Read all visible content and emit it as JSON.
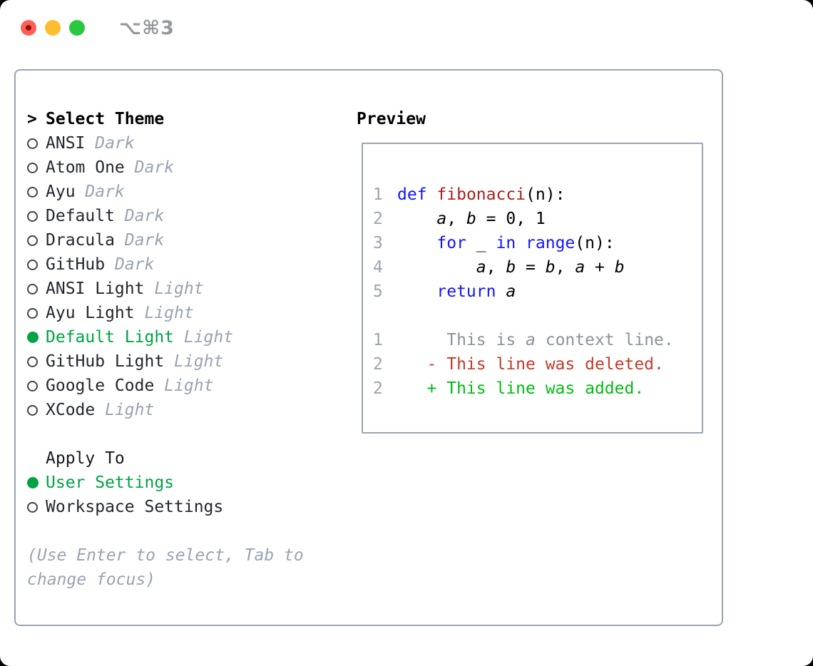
{
  "window": {
    "title": "⌥⌘3",
    "traffic_lights": [
      "close",
      "minimize",
      "zoom"
    ]
  },
  "colors": {
    "selection_green": "#00a343",
    "added_green": "#00bd12",
    "deleted_red": "#c23b28",
    "keyword_blue": "#1414ff",
    "function_red": "#a6231c",
    "dim_gray": "#98a3b3",
    "border_gray": "#9aa4b1",
    "traffic_red": "#ff5f57",
    "traffic_yellow": "#febc2e",
    "traffic_green": "#28c840"
  },
  "theme_section": {
    "cursor": ">",
    "header": "Select Theme",
    "themes": [
      {
        "name": "ANSI",
        "variant": "Dark",
        "selected": false
      },
      {
        "name": "Atom One",
        "variant": "Dark",
        "selected": false
      },
      {
        "name": "Ayu",
        "variant": "Dark",
        "selected": false
      },
      {
        "name": "Default",
        "variant": "Dark",
        "selected": false
      },
      {
        "name": "Dracula",
        "variant": "Dark",
        "selected": false
      },
      {
        "name": "GitHub",
        "variant": "Dark",
        "selected": false
      },
      {
        "name": "ANSI Light",
        "variant": "Light",
        "selected": false
      },
      {
        "name": "Ayu Light",
        "variant": "Light",
        "selected": false
      },
      {
        "name": "Default Light",
        "variant": "Light",
        "selected": true
      },
      {
        "name": "GitHub Light",
        "variant": "Light",
        "selected": false
      },
      {
        "name": "Google Code",
        "variant": "Light",
        "selected": false
      },
      {
        "name": "XCode",
        "variant": "Light",
        "selected": false
      }
    ]
  },
  "apply_section": {
    "header": "Apply To",
    "options": [
      {
        "label": "User Settings",
        "selected": true
      },
      {
        "label": "Workspace Settings",
        "selected": false
      }
    ]
  },
  "help_text": "(Use Enter to select, Tab to change focus)",
  "preview": {
    "header": "Preview",
    "code_lines": [
      {
        "num": "1",
        "tokens": [
          [
            "def",
            "kw"
          ],
          [
            " ",
            ""
          ],
          [
            "fibonacci",
            "fn"
          ],
          [
            "(n):",
            ""
          ]
        ]
      },
      {
        "num": "2",
        "tokens": [
          [
            "    ",
            ""
          ],
          [
            "a",
            "var"
          ],
          [
            ", ",
            ""
          ],
          [
            "b",
            "var"
          ],
          [
            " = 0, 1",
            ""
          ]
        ]
      },
      {
        "num": "3",
        "tokens": [
          [
            "    ",
            ""
          ],
          [
            "for",
            "kw"
          ],
          [
            " _ ",
            ""
          ],
          [
            "in",
            "kw"
          ],
          [
            " ",
            ""
          ],
          [
            "range",
            "kw"
          ],
          [
            "(n):",
            ""
          ]
        ]
      },
      {
        "num": "4",
        "tokens": [
          [
            "        ",
            ""
          ],
          [
            "a",
            "var"
          ],
          [
            ", ",
            ""
          ],
          [
            "b",
            "var"
          ],
          [
            " = ",
            ""
          ],
          [
            "b",
            "var"
          ],
          [
            ", ",
            ""
          ],
          [
            "a",
            "var"
          ],
          [
            " + ",
            ""
          ],
          [
            "b",
            "var"
          ]
        ]
      },
      {
        "num": "5",
        "tokens": [
          [
            "    ",
            ""
          ],
          [
            "return",
            "kw"
          ],
          [
            " ",
            ""
          ],
          [
            "a",
            "var"
          ]
        ]
      }
    ],
    "diff_lines": [
      {
        "num": "1",
        "tokens": [
          [
            "     This is ",
            "ctx"
          ],
          [
            "a",
            "ctx-var"
          ],
          [
            " context line.",
            "ctx"
          ]
        ]
      },
      {
        "num": "2",
        "tokens": [
          [
            "   ",
            ""
          ],
          [
            "- This line was deleted.",
            "del"
          ]
        ]
      },
      {
        "num": "2",
        "tokens": [
          [
            "   ",
            ""
          ],
          [
            "+ This line was added.",
            "add"
          ]
        ]
      }
    ]
  }
}
